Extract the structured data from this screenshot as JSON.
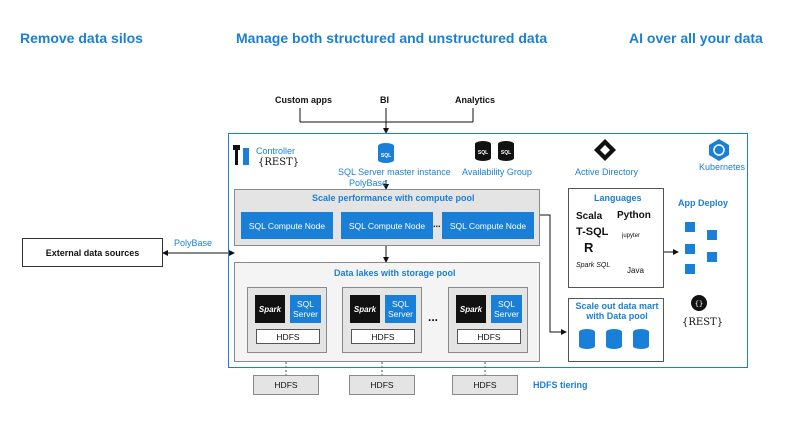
{
  "headlines": {
    "left": "Remove data silos",
    "center": "Manage both structured and unstructured data",
    "right": "AI over all your data"
  },
  "top_sources": [
    "Custom apps",
    "BI",
    "Analytics"
  ],
  "controller": {
    "label": "Controller",
    "rest": "{REST}"
  },
  "master_instance": {
    "icon_text": "SQL",
    "label": "SQL Server master instance",
    "polybase": "PolyBase"
  },
  "availability_group": {
    "icon_text": "SQL",
    "label": "Availability Group"
  },
  "active_directory": {
    "label": "Active Directory"
  },
  "kubernetes": {
    "label": "Kubernetes"
  },
  "compute_pool": {
    "title": "Scale performance with compute pool",
    "nodes": [
      "SQL Compute Node",
      "SQL Compute Node",
      "SQL Compute Node"
    ],
    "ellipsis": "..."
  },
  "storage_pool": {
    "title": "Data lakes with storage pool",
    "groups": [
      {
        "spark": "Spark",
        "sql": "SQL Server",
        "hdfs": "HDFS"
      },
      {
        "spark": "Spark",
        "sql": "SQL Server",
        "hdfs": "HDFS"
      },
      {
        "spark": "Spark",
        "sql": "SQL Server",
        "hdfs": "HDFS"
      }
    ],
    "ellipsis": "..."
  },
  "languages": {
    "title": "Languages",
    "items": [
      "Scala",
      "Python",
      "T-SQL",
      "R",
      "jupyter",
      "Spark SQL",
      "Java"
    ]
  },
  "data_pool": {
    "title": "Scale out data mart with Data pool"
  },
  "app_deploy": {
    "label": "App Deploy",
    "rest": "{REST}"
  },
  "external": {
    "label": "External data sources",
    "polybase": "PolyBase"
  },
  "hdfs_tiering": {
    "boxes": [
      "HDFS",
      "HDFS",
      "HDFS"
    ],
    "label": "HDFS tiering"
  },
  "colors": {
    "accent": "#1a7fd6",
    "gray": "#e4e4e4"
  }
}
